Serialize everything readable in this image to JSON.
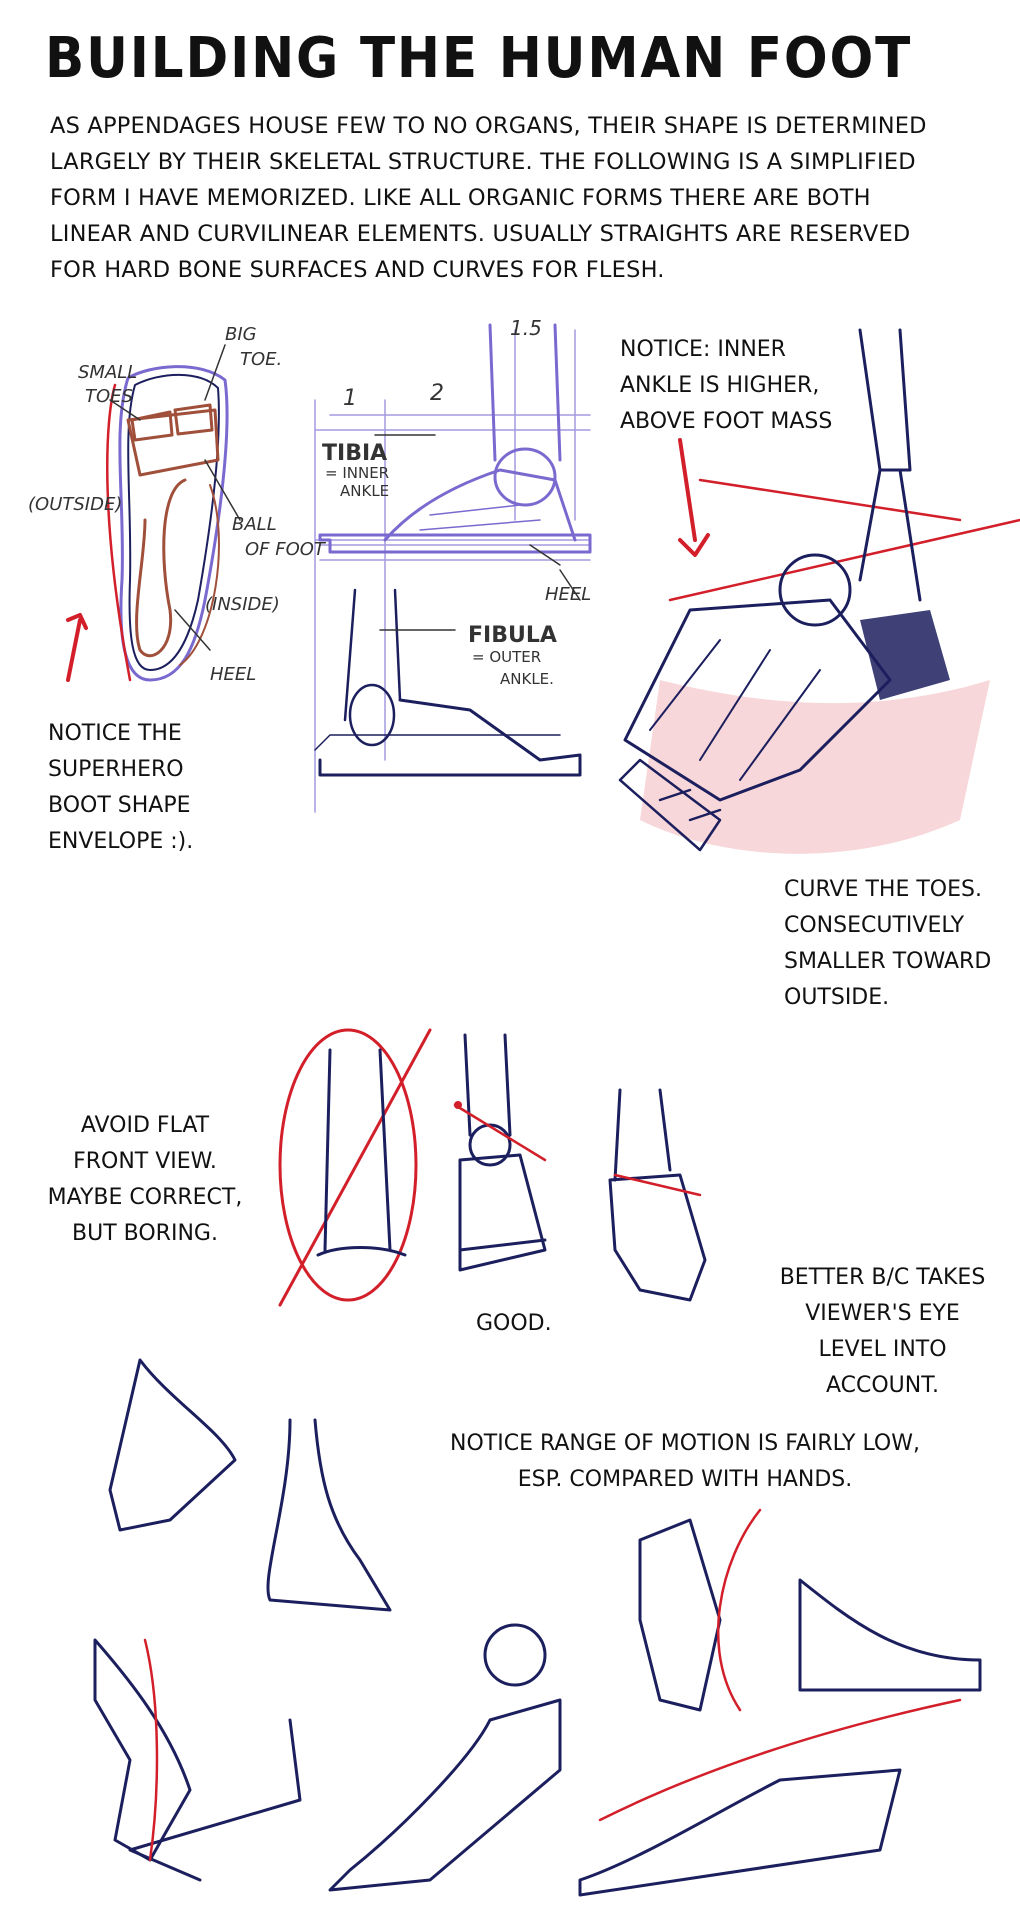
{
  "title": "BUILDING THE HUMAN FOOT",
  "intro": "AS APPENDAGES HOUSE FEW TO NO ORGANS, THEIR SHAPE IS DETERMINED LARGELY BY THEIR SKELETAL STRUCTURE. THE FOLLOWING IS A SIMPLIFIED FORM I HAVE MEMORIZED. LIKE ALL ORGANIC FORMS THERE ARE BOTH LINEAR AND CURVILINEAR ELEMENTS. USUALLY STRAIGHTS ARE RESERVED FOR HARD BONE SURFACES AND CURVES FOR FLESH.",
  "notes": {
    "inner_ankle_l1": "NOTICE: INNER",
    "inner_ankle_l2": "ANKLE IS HIGHER,",
    "inner_ankle_l3": "ABOVE FOOT MASS",
    "boot_l1": "NOTICE THE",
    "boot_l2": "SUPERHERO",
    "boot_l3": "BOOT SHAPE",
    "boot_l4": "ENVELOPE  :).",
    "toes_l1": "CURVE THE TOES.",
    "toes_l2": "CONSECUTIVELY",
    "toes_l3": "SMALLER TOWARD",
    "toes_l4": "OUTSIDE.",
    "flat_l1": "AVOID FLAT",
    "flat_l2": "FRONT VIEW.",
    "flat_l3": "MAYBE CORRECT,",
    "flat_l4": "BUT BORING.",
    "good": "GOOD.",
    "better_l1": "BETTER B/C TAKES",
    "better_l2": "VIEWER'S EYE",
    "better_l3": "LEVEL INTO",
    "better_l4": "ACCOUNT.",
    "range_l1": "NOTICE RANGE OF MOTION IS FAIRLY LOW,",
    "range_l2": "ESP. COMPARED WITH HANDS."
  },
  "diagram_labels": {
    "small_toes_1": "SMALL",
    "small_toes_2": "TOES",
    "big_toe_1": "BIG",
    "big_toe_2": "TOE.",
    "outside": "(OUTSIDE)",
    "ball_1": "BALL",
    "ball_2": "OF FOOT",
    "inside": "(INSIDE)",
    "heel_left": "HEEL",
    "tibia": "TIBIA",
    "tibia_sub_1": "= INNER",
    "tibia_sub_2": "ANKLE",
    "fibula": "FIBULA",
    "fibula_sub_1": "= OUTER",
    "fibula_sub_2": "ANKLE.",
    "heel_mid": "HEEL",
    "prop_1": "1",
    "prop_2": "2",
    "prop_15": "1.5"
  },
  "colors": {
    "ink": "#1c1f5e",
    "red": "#d21f2a",
    "purple": "#7a6ad0",
    "brown": "#a0503a"
  }
}
